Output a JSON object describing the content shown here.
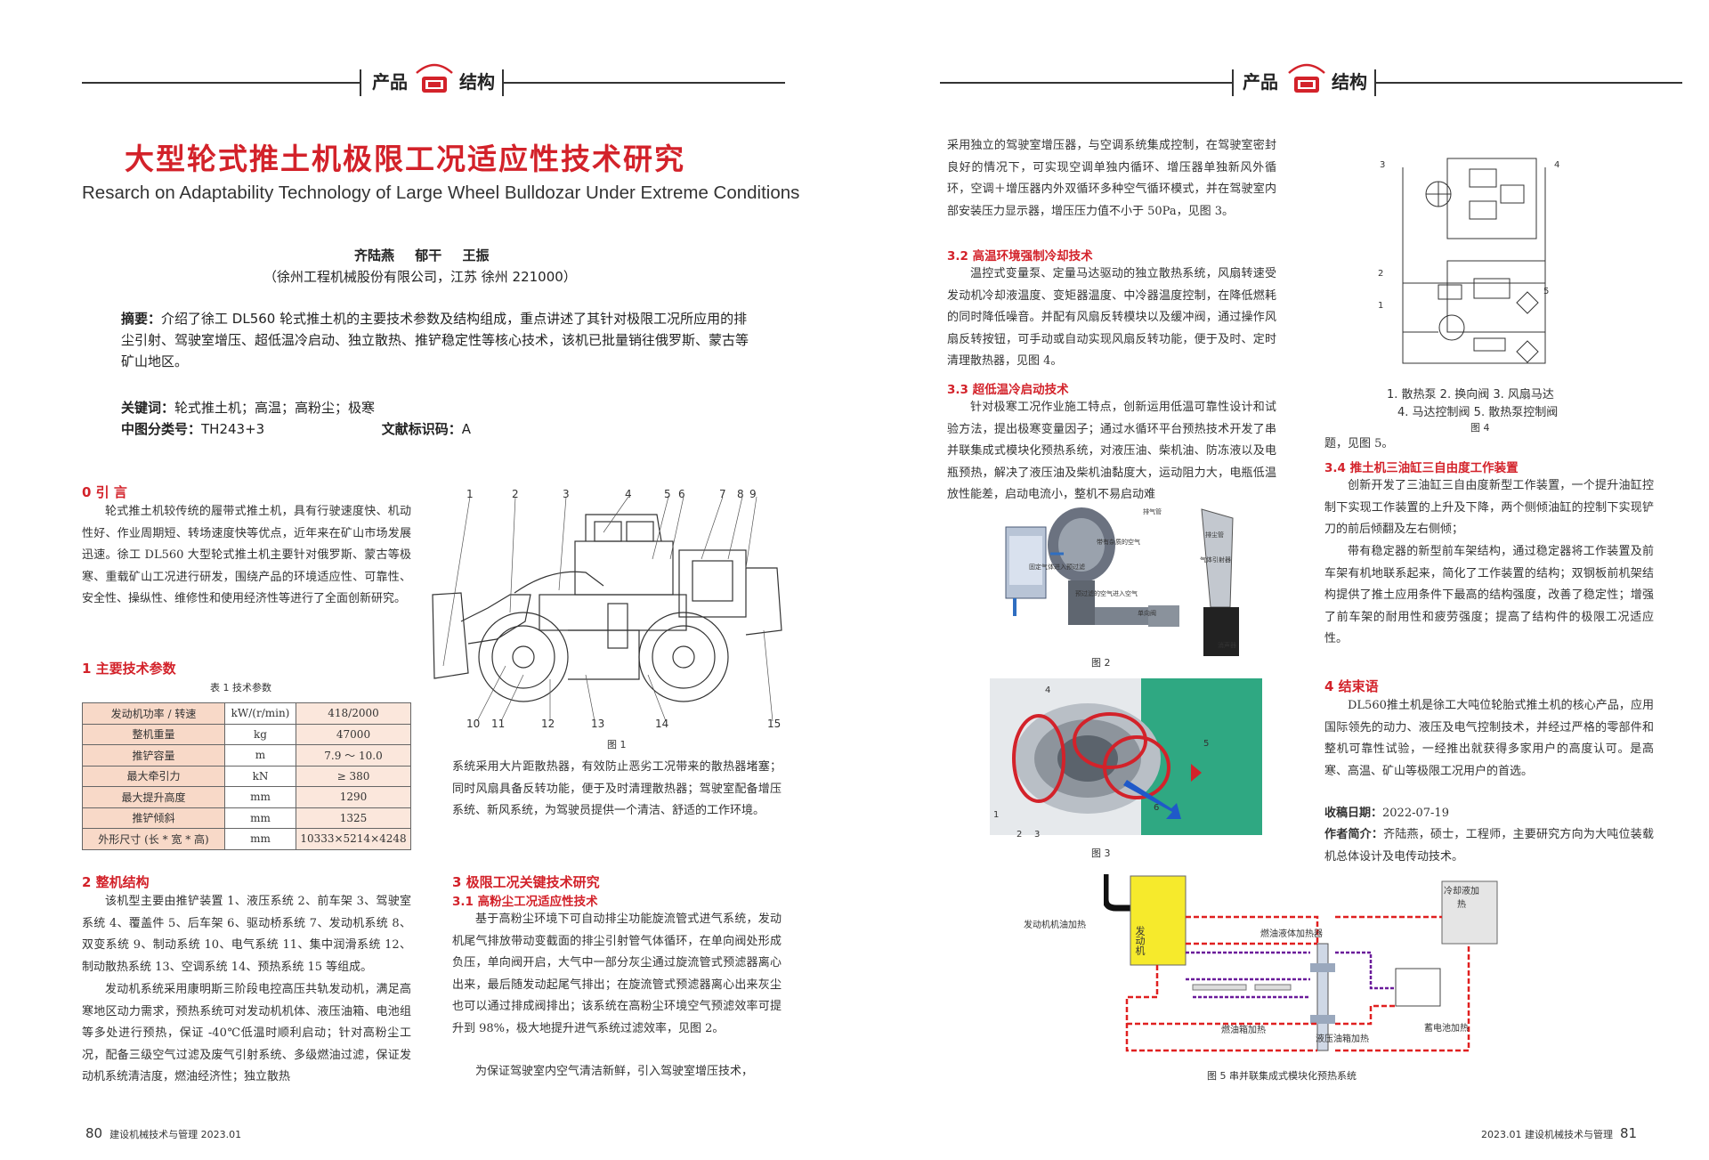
{
  "header": {
    "left_label": "产品",
    "right_label": "结构"
  },
  "article": {
    "title": "大型轮式推土机极限工况适应性技术研究",
    "subtitle": "Resarch on Adaptability Technology of Large Wheel Bulldozar Under Extreme Conditions",
    "authors": "齐陆燕 郁干 王振",
    "affiliation": "（徐州工程机械股份有限公司，江苏 徐州 221000）",
    "abstract_label": "摘要：",
    "abstract": "介绍了徐工 DL560 轮式推土机的主要技术参数及结构组成，重点讲述了其针对极限工况所应用的排尘引射、驾驶室增压、超低温冷启动、独立散热、推铲稳定性等核心技术，该机已批量销往俄罗斯、蒙古等矿山地区。",
    "keywords_label": "关键词：",
    "keywords": "轮式推土机；高温；高粉尘；极寒",
    "clc_label": "中图分类号：",
    "clc": "TH243+3",
    "doc_code_label": "文献标识码：",
    "doc_code": "A"
  },
  "sections": {
    "s0_title": "0 引 言",
    "s0_text": "轮式推土机较传统的履带式推土机，具有行驶速度快、机动性好、作业周期短、转场速度快等优点，近年来在矿山市场发展迅速。徐工 DL560 大型轮式推土机主要针对俄罗斯、蒙古等极寒、重载矿山工况进行研发，围绕产品的环境适应性、可靠性、安全性、操纵性、维修性和使用经济性等进行了全面创新研究。",
    "s1_title": "1 主要技术参数",
    "s2_title": "2 整机结构",
    "s2_text1": "该机型主要由推铲装置 1、液压系统 2、前车架 3、驾驶室系统 4、覆盖件 5、后车架 6、驱动桥系统 7、发动机系统 8、双变系统 9、制动系统 10、电气系统 11、集中润滑系统 12、制动散热系统 13、空调系统 14、预热系统 15 等组成。",
    "s2_text2": "发动机系统采用康明斯三阶段电控高压共轨发动机，满足高寒地区动力需求，预热系统可对发动机机体、液压油箱、电池组等多处进行预热，保证 -40℃低温时顺利启动；针对高粉尘工况，配备三级空气过滤及废气引射系统、多级燃油过滤，保证发动机系统清洁度，燃油经济性；独立散热",
    "mid_text": "系统采用大片距散热器，有效防止恶劣工况带来的散热器堵塞；同时风扇具备反转功能，便于及时清理散热器；驾驶室配备增压系统、新风系统，为驾驶员提供一个清洁、舒适的工作环境。",
    "s3_title": "3 极限工况关键技术研究",
    "s31_title": "3.1 高粉尘工况适应性技术",
    "s31_text1": "基于高粉尘环境下可自动排尘功能旋流管式进气系统，发动机尾气排放带动变截面的排尘引射管气体循环，在单向阀处形成负压，单向阀开启，大气中一部分灰尘通过旋流管式预滤器离心出来，最后随发动起尾气排出；在旋流管式预滤器离心出来灰尘也可以通过排成阀排出；该系统在高粉尘环境空气预滤效率可提升到 98%，极大地提升进气系统过滤效率，见图 2。",
    "s31_text2": "为保证驾驶室内空气清洁新鲜，引入驾驶室增压技术，",
    "r_text1": "采用独立的驾驶室增压器，与空调系统集成控制，在驾驶室密封良好的情况下，可实现空调单独内循环、增压器单独新风外循环，空调＋增压器内外双循环多种空气循环模式，并在驾驶室内部安装压力显示器，增压压力值不小于 50Pa，见图 3。",
    "s32_title": "3.2 高温环境强制冷却技术",
    "s32_text": "温控式变量泵、定量马达驱动的独立散热系统，风扇转速受发动机冷却液温度、变矩器温度、中冷器温度控制，在降低燃耗的同时降低噪音。并配有风扇反转模块以及缓冲阀，通过操作风扇反转按钮，可手动或自动实现风扇反转功能，便于及时、定时清理散热器，见图 4。",
    "s33_title": "3.3 超低温冷启动技术",
    "s33_text": "针对极寒工况作业施工特点，创新运用低温可靠性设计和试验方法，提出极寒变量因子；通过水循环平台预热技术开发了串并联集成式模块化预热系统，对液压油、柴机油、防冻液以及电瓶预热，解决了液压油及柴机油黏度大，运动阻力大，电瓶低温放性能差，启动电流小，整机不易启动难",
    "s33_cont": "题，见图 5。",
    "s34_title": "3.4 推土机三油缸三自由度工作装置",
    "s34_text1": "创新开发了三油缸三自由度新型工作装置，一个提升油缸控制下实现工作装置的上升及下降，两个侧倾油缸的控制下实现铲刀的前后倾翻及左右侧倾；",
    "s34_text2": "带有稳定器的新型前车架结构，通过稳定器将工作装置及前车架有机地联系起来，简化了工作装置的结构；双钢板前机架结构提供了推土应用条件下最高的结构强度，改善了稳定性；增强了前车架的耐用性和疲劳强度；提高了结构件的极限工况适应性。",
    "s4_title": "4 结束语",
    "s4_text": "DL560推土机是徐工大吨位轮胎式推土机的核心产品，应用国际领先的动力、液压及电气控制技术，并经过严格的零部件和整机可靠性试验，一经推出就获得多家用户的高度认可。是高寒、高温、矿山等极限工况用户的首选。",
    "received_label": "收稿日期：",
    "received": "2022-07-19",
    "bio_label": "作者简介：",
    "bio": "齐陆燕，硕士，工程师，主要研究方向为大吨位装载机总体设计及电传动技术。"
  },
  "table": {
    "caption": "表 1 技术参数",
    "rows": [
      [
        "发动机功率 / 转速",
        "kW/(r/min)",
        "418/2000"
      ],
      [
        "整机重量",
        "kg",
        "47000"
      ],
      [
        "推铲容量",
        "m",
        "7.9 ～ 10.0"
      ],
      [
        "最大牵引力",
        "kN",
        "≥ 380"
      ],
      [
        "最大提升高度",
        "mm",
        "1290"
      ],
      [
        "推铲倾斜",
        "mm",
        "1325"
      ],
      [
        "外形尺寸 (长 * 宽 * 高)",
        "mm",
        "10333×5214×4248"
      ]
    ]
  },
  "figures": {
    "fig1": "图 1",
    "fig1_labels": [
      "1",
      "2",
      "3",
      "4",
      "5",
      "6",
      "7",
      "8",
      "9",
      "10",
      "11",
      "12",
      "13",
      "14",
      "15"
    ],
    "fig2": "图 2",
    "fig2_labels": [
      "排气管",
      "排尘管",
      "带有杂质的空气",
      "固定气体进入预过滤",
      "预过滤的空气进入空气",
      "单向阀",
      "气体引射器",
      "消声器"
    ],
    "fig3": "图 3",
    "fig3_labels": [
      "4",
      "5",
      "6",
      "1",
      "2",
      "3"
    ],
    "fig4": "图 4",
    "fig4_labels": [
      "3",
      "4",
      "2",
      "5",
      "1"
    ],
    "fig4_legend1": "1. 散热泵 2. 换向阀 3. 风扇马达",
    "fig4_legend2": "4. 马达控制阀 5. 散热泵控制阀",
    "fig5": "图 5 串并联集成式模块化预热系统",
    "fig5_labels": {
      "engine": "发动机",
      "coolant": "冷却液加热",
      "engine_oil": "发动机机油加热",
      "fuel_coolant": "燃油液体加热器",
      "fuel_tank": "燃油箱加热",
      "hyd_tank": "液压油箱加热",
      "battery": "蓄电池加热"
    }
  },
  "footer": {
    "left_page": "80",
    "left_text": "建设机械技术与管理 2023.01",
    "right_text": "2023.01 建设机械技术与管理",
    "right_page": "81"
  },
  "colors": {
    "accent": "#d3222a",
    "table_head": "#f8d9c8"
  }
}
